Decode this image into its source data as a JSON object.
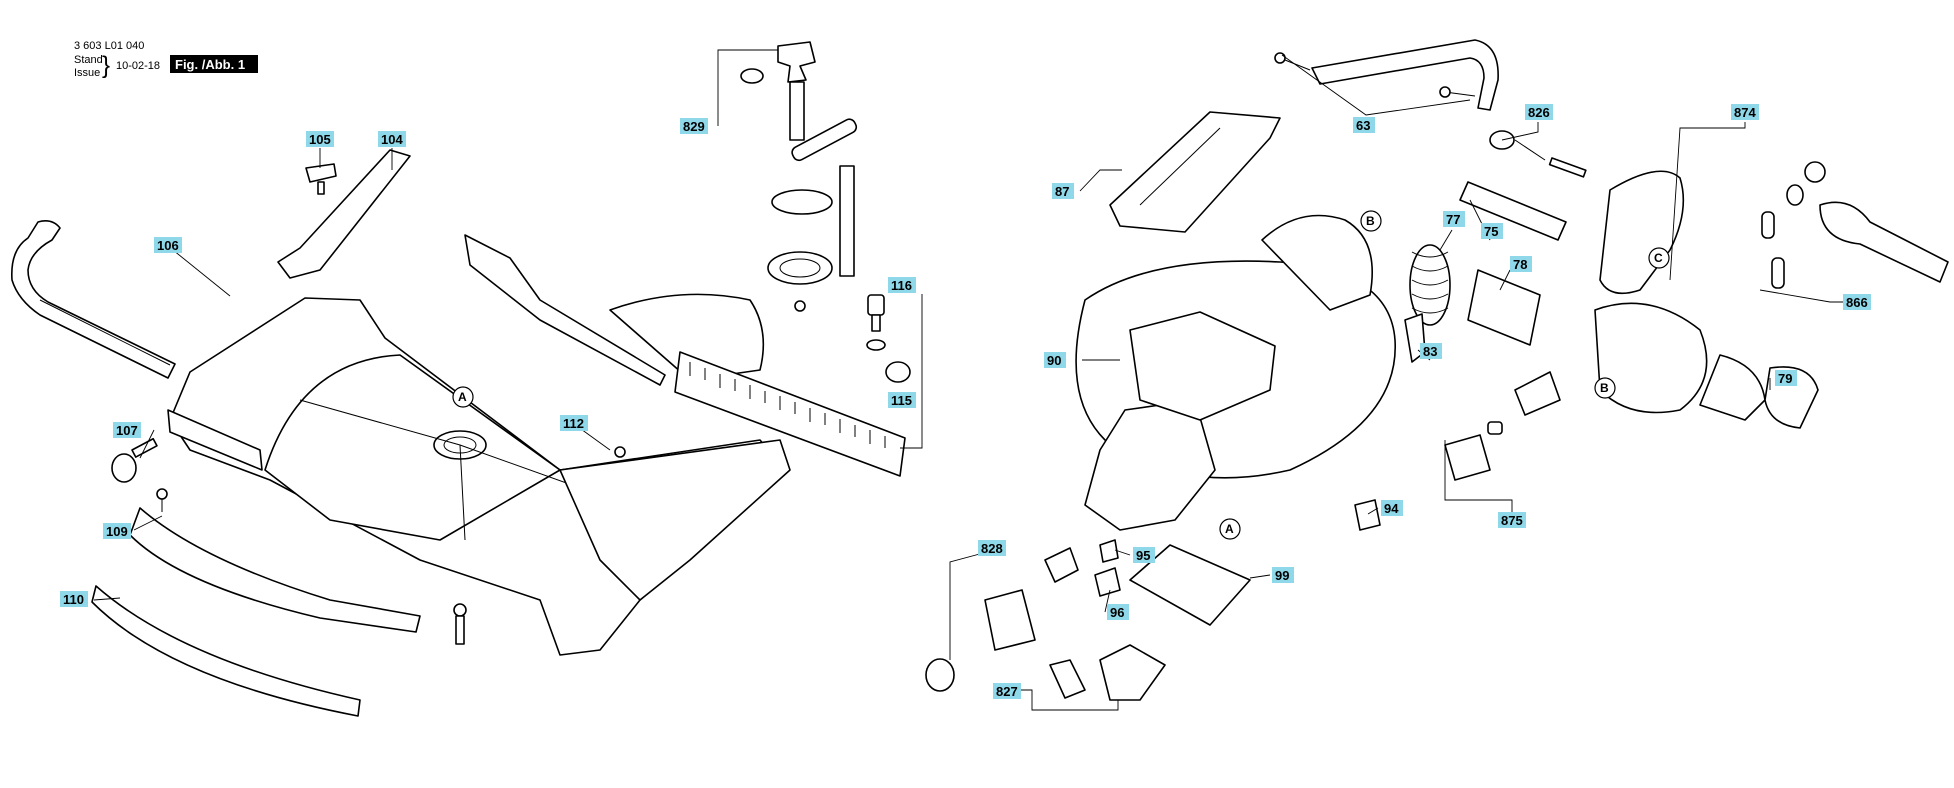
{
  "header": {
    "doc_number": "3 603 L01 040",
    "stand_label": "Stand",
    "issue_label": "Issue",
    "brace": "}",
    "date": "10-02-18",
    "figure_label": "Fig. /Abb. 1"
  },
  "colors": {
    "label_bg": "#8fd8ea",
    "figure_bg": "#000000",
    "line": "#000000",
    "paper": "#ffffff"
  },
  "part_labels": [
    "105",
    "104",
    "106",
    "107",
    "109",
    "110",
    "112",
    "829",
    "116",
    "115",
    "87",
    "90",
    "63",
    "826",
    "874",
    "77",
    "75",
    "78",
    "83",
    "79",
    "866",
    "875",
    "94",
    "99",
    "95",
    "96",
    "828",
    "827"
  ],
  "reference_markers": [
    "A",
    "A",
    "B",
    "B",
    "C"
  ]
}
